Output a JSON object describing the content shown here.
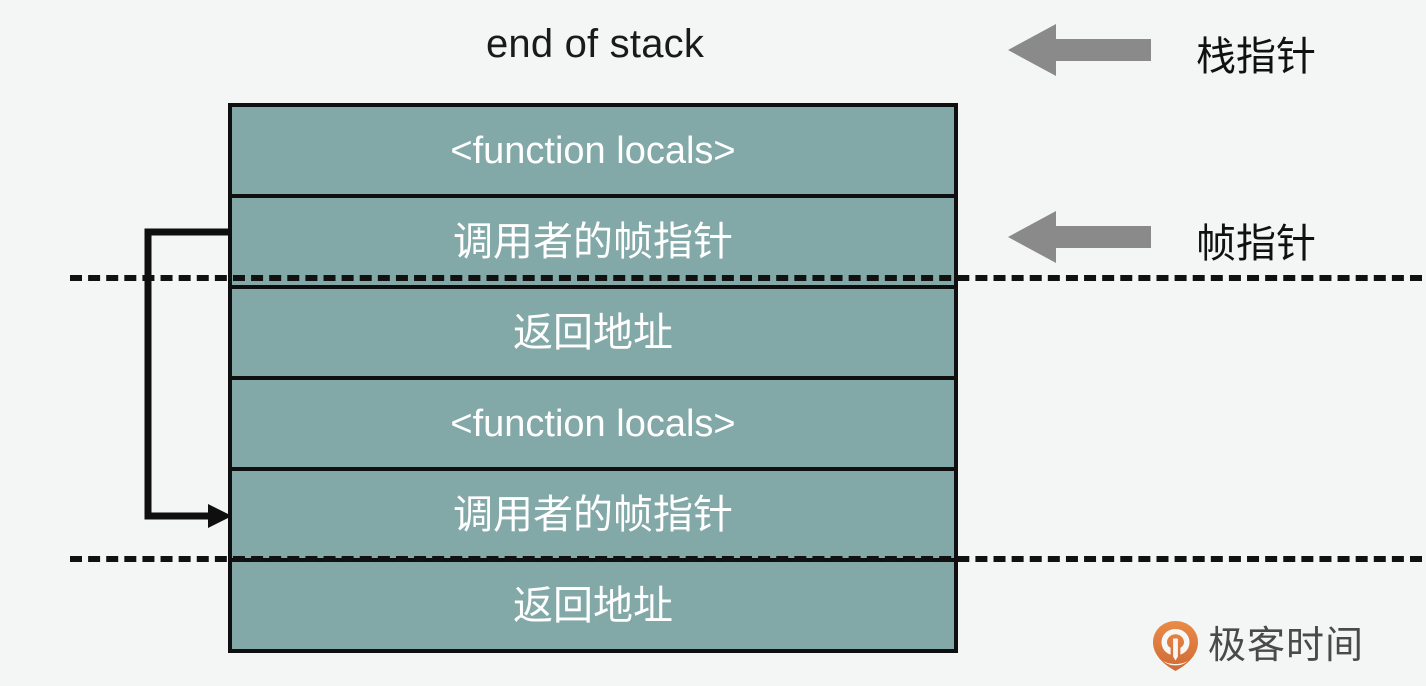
{
  "diagram": {
    "title": "end of stack",
    "background_color": "#f4f6f5",
    "frame_color": "#82a8a8",
    "border_color": "#0f0f0f",
    "arrow_color": "#8a8a8a",
    "dashed_rule_color": "#111111"
  },
  "stack": {
    "cells": [
      {
        "label": "<function locals>",
        "lang": "en"
      },
      {
        "label": "调用者的帧指针",
        "lang": "cn"
      },
      {
        "label": "返回地址",
        "lang": "cn"
      },
      {
        "label": "<function locals>",
        "lang": "en"
      },
      {
        "label": "调用者的帧指针",
        "lang": "cn"
      },
      {
        "label": "返回地址",
        "lang": "cn"
      }
    ]
  },
  "pointers": [
    {
      "name": "stack-pointer",
      "label": "栈指针"
    },
    {
      "name": "frame-pointer",
      "label": "帧指针"
    }
  ],
  "brand": {
    "text": "极客时间",
    "mark_color": "#e07b3f",
    "text_color": "#4a4a4a"
  }
}
